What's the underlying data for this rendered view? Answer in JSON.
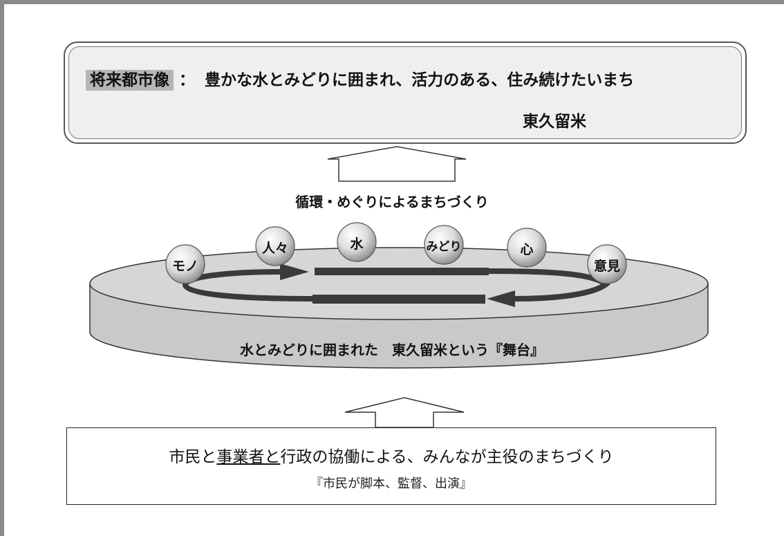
{
  "vision": {
    "label": "将来都市像",
    "separator": "：",
    "text": "豊かな水とみどりに囲まれ、活力のある、住み続けたいまち",
    "place": "東久留米"
  },
  "cycle": {
    "caption": "循環・めぐりによるまちづくり",
    "elements": [
      "モノ",
      "人々",
      "水",
      "みどり",
      "心",
      "意見"
    ]
  },
  "stage": {
    "caption": "水とみどりに囲まれた　東久留米という『舞台』"
  },
  "foundation": {
    "main_part1": "市民と",
    "main_underlined": "事業者と",
    "main_part2": "行政の協働による、みんなが主役のまちづくり",
    "sub": "『市民が脚本、監督、出演』"
  },
  "colors": {
    "frame": "#8a8a8a",
    "vision_fill": "#efefef",
    "label_highlight": "#b5b5b5",
    "stage_fill": "#c8c8c8",
    "arrow_band": "#3a3a3a"
  }
}
